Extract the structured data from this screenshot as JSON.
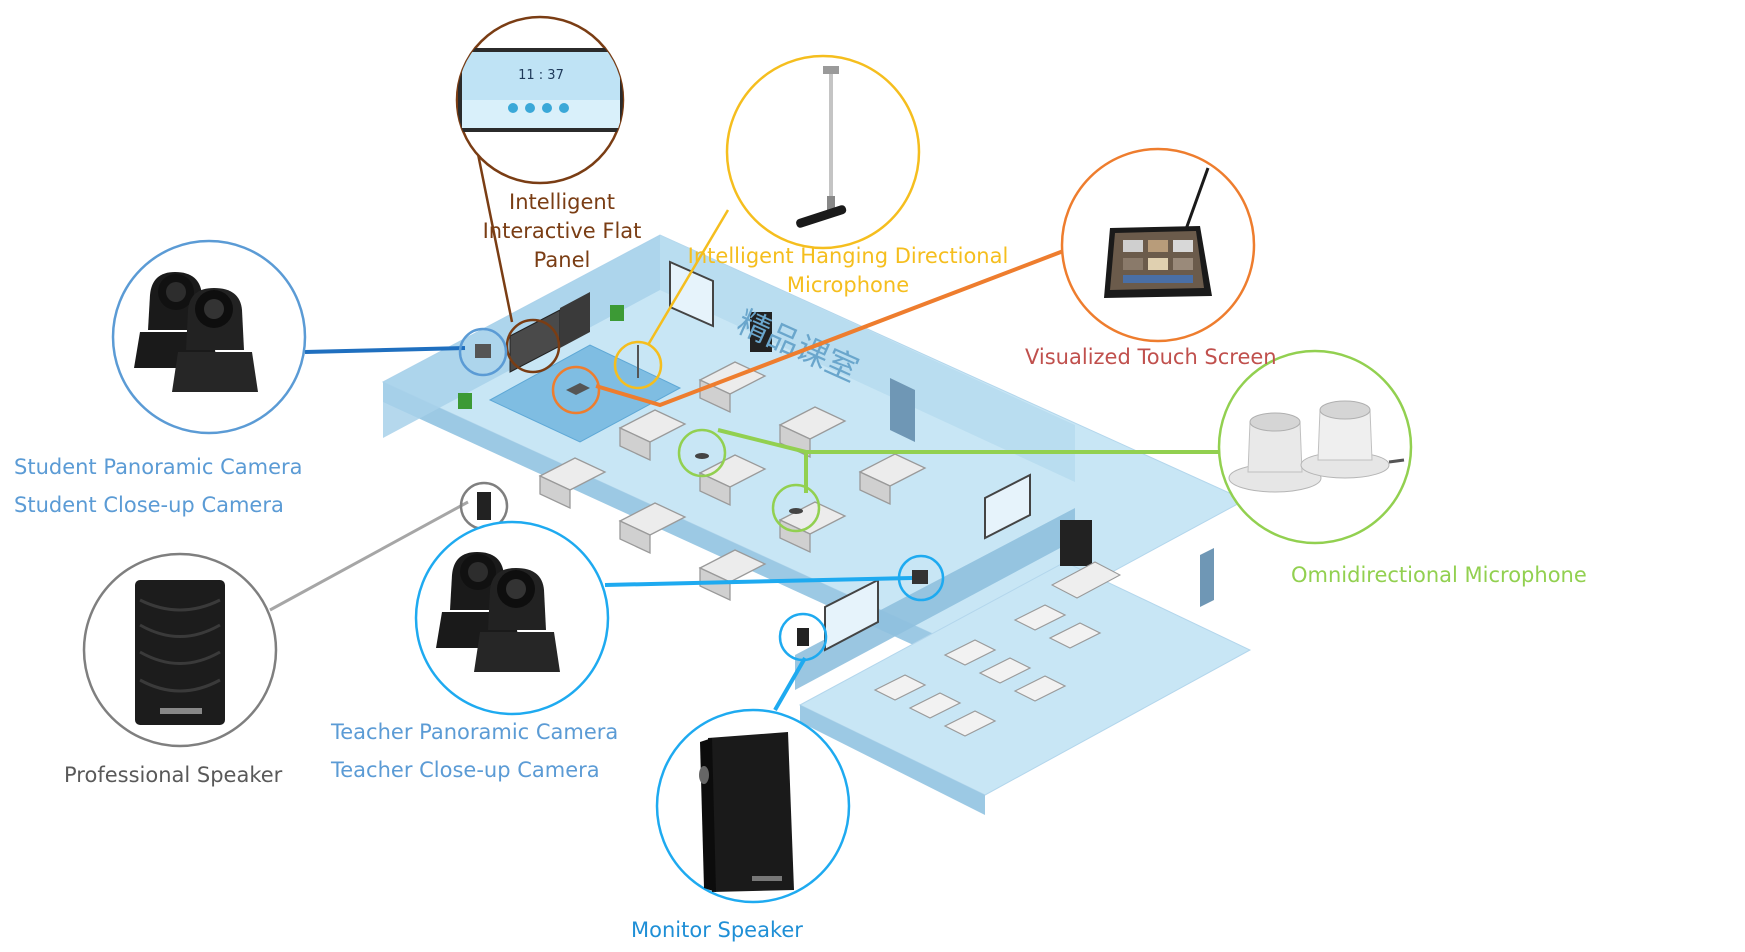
{
  "labels": {
    "flat_panel": [
      "Intelligent",
      "Interactive Flat",
      "Panel"
    ],
    "hanging_mic": [
      "Intelligent Hanging Directional",
      "Microphone"
    ],
    "touch_screen": "Visualized Touch Screen",
    "student_camera": [
      "Student Panoramic Camera",
      "Student Close-up Camera"
    ],
    "omni_mic": "Omnidirectional Microphone",
    "pro_speaker": "Professional Speaker",
    "teacher_camera": [
      "Teacher Panoramic Camera",
      "Teacher Close-up Camera"
    ],
    "monitor_speaker": "Monitor Speaker"
  },
  "panel_clock": "11 : 37",
  "classroom_sign": "精品课室",
  "colors": {
    "brown": "#7a3d14",
    "yellow": "#f5be1e",
    "orange": "#ee7d2e",
    "red_text": "#c0504d",
    "blue": "#5b9bd5",
    "dark_blue": "#1f6fbf",
    "cyan": "#1eaaf0",
    "green": "#92d050",
    "gray": "#7f7f7f",
    "floor": "#c8e6f5",
    "wall": "#a8d1ea"
  },
  "icons": {
    "flat_panel": "interactive-panel-icon",
    "hanging_mic": "hanging-microphone-icon",
    "touch_screen": "touch-screen-icon",
    "student_camera": "ptz-camera-icon",
    "omni_mic": "omnidirectional-microphone-icon",
    "pro_speaker": "wall-speaker-icon",
    "teacher_camera": "ptz-camera-icon",
    "monitor_speaker": "monitor-speaker-icon"
  }
}
